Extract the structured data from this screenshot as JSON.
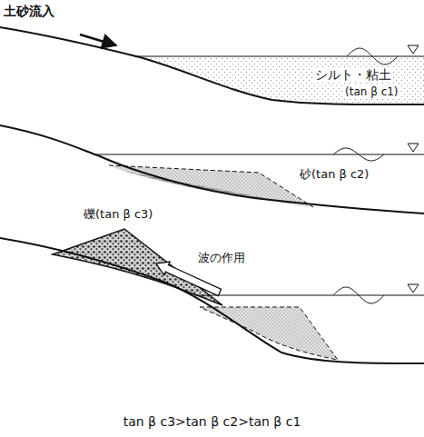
{
  "diagram": {
    "labels": [
      "土砂流入",
      "シルト・粘土",
      "(tan β c1)",
      "砂(tan β c2)",
      "礫(tan β c3)",
      "波の作用",
      "tan β c3>tan β c2>tan β c1"
    ]
  }
}
